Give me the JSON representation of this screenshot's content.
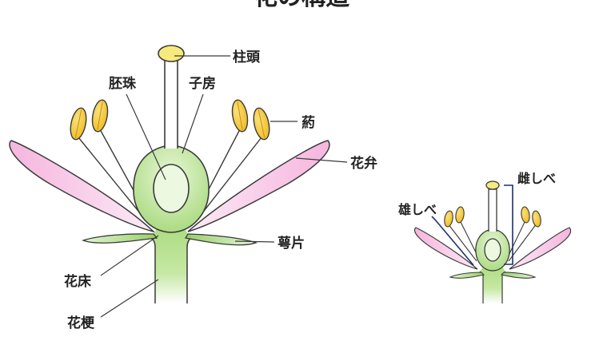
{
  "title": "花の構造",
  "main_labels": {
    "stigma": "柱頭",
    "ovule": "胚珠",
    "ovary": "子房",
    "anther": "葯",
    "petal": "花弁",
    "sepal": "萼片",
    "receptacle": "花床",
    "pedicel": "花梗"
  },
  "small_labels": {
    "pistil": "雌しべ",
    "stamen": "雄しべ"
  },
  "colors": {
    "outline": "#3a3a3a",
    "petal": "#f4b3dc",
    "green": "#a9db7e",
    "anther": "#f1c52a",
    "stigma": "#f7ea7c",
    "bracket": "#1f2f6e"
  }
}
